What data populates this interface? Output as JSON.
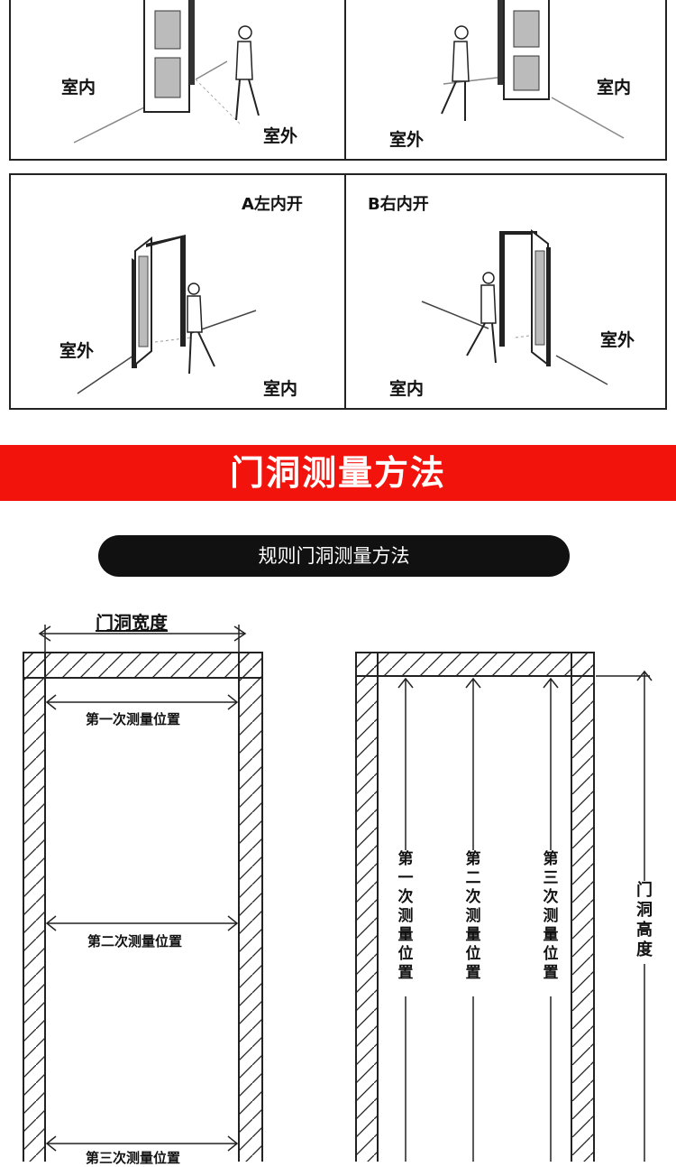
{
  "top_panel": {
    "left_cell": {
      "inside": "室内",
      "outside": "室外"
    },
    "right_cell": {
      "inside": "室内",
      "outside": "室外"
    }
  },
  "mid_panel": {
    "left_cell": {
      "title": "A左内开",
      "outside": "室外",
      "inside": "室内"
    },
    "right_cell": {
      "title": "B右内开",
      "outside": "室外",
      "inside": "室内"
    }
  },
  "banner": {
    "title": "门洞测量方法"
  },
  "subheading": {
    "label": "规则门洞测量方法"
  },
  "width_diagram": {
    "title": "门洞宽度",
    "first": "第一次测量位置",
    "second": "第二次测量位置",
    "third": "第三次测量位置"
  },
  "height_diagram": {
    "first": "第一次测量位置",
    "second": "第二次测量位置",
    "third": "第三次测量位置",
    "total": "门洞高度"
  }
}
